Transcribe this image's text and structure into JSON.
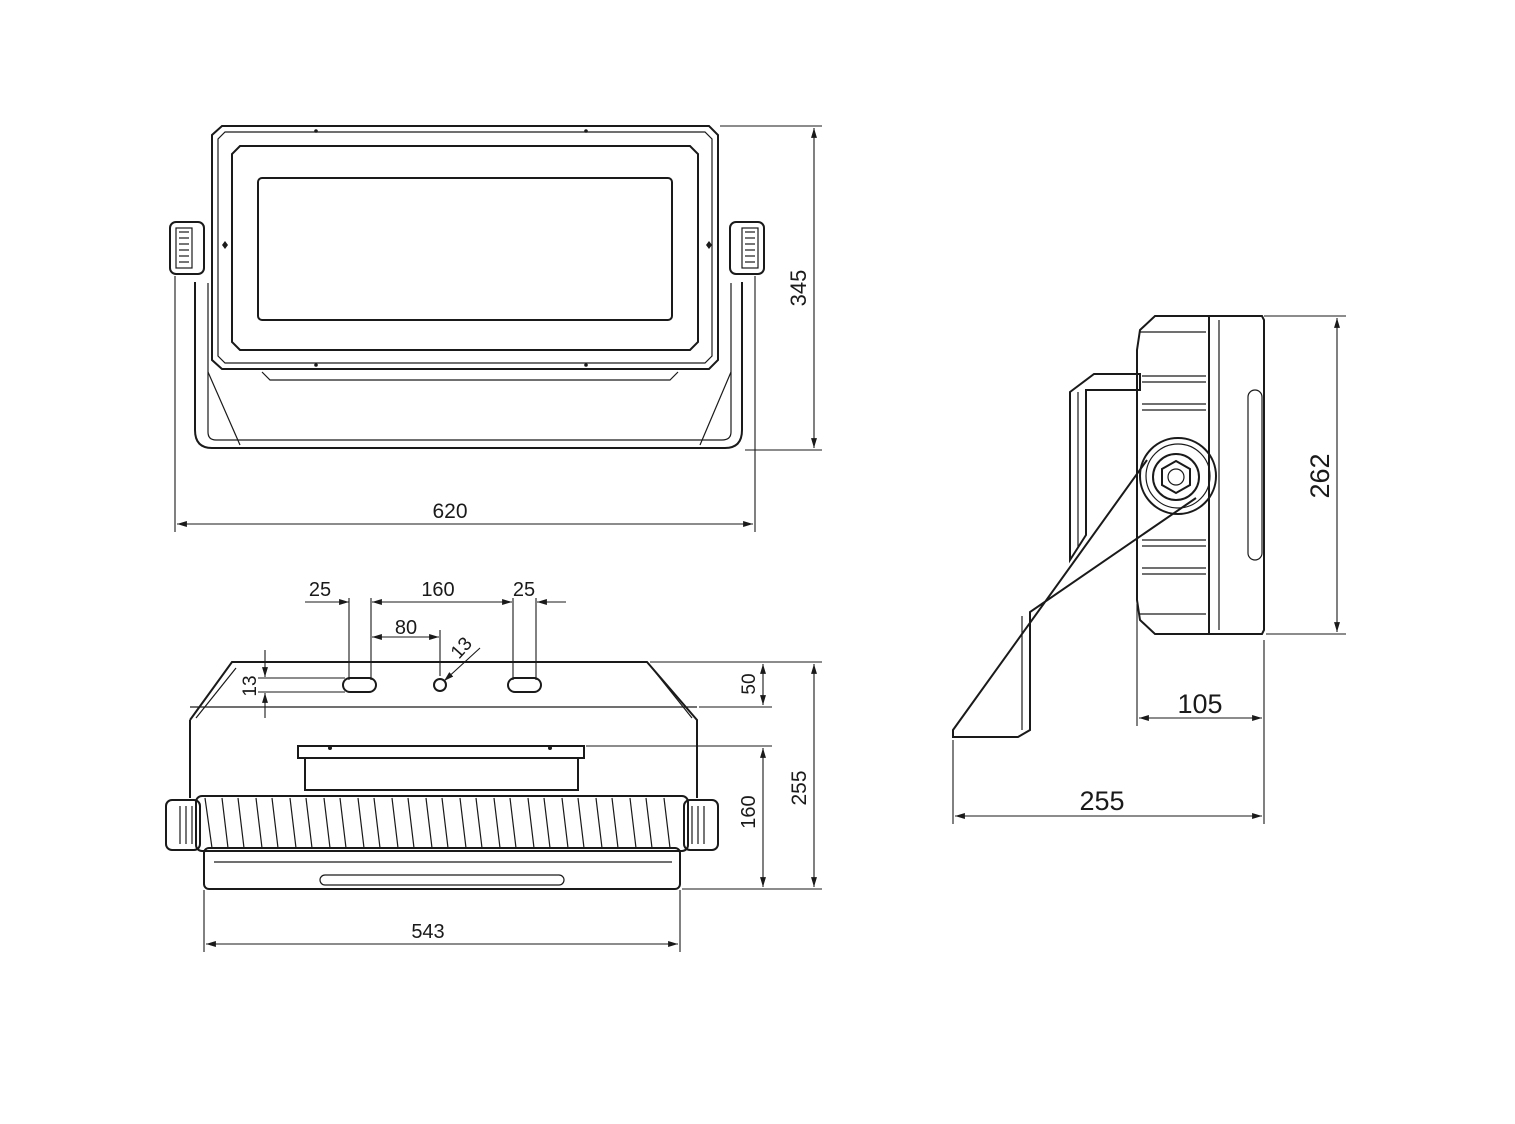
{
  "front_view": {
    "width_dim": "620",
    "height_dim": "345"
  },
  "top_view": {
    "slot_width_left": "25",
    "slot_spacing": "160",
    "slot_width_right": "25",
    "half_spacing": "80",
    "hole_diameter": "13",
    "slot_height": "13",
    "bracket_depth": "50",
    "body_depth": "160",
    "total_depth": "255",
    "body_width": "543"
  },
  "side_view": {
    "height_dim": "262",
    "body_depth": "105",
    "total_depth": "255"
  },
  "colors": {
    "line": "#1a1a1a",
    "background": "#ffffff"
  }
}
